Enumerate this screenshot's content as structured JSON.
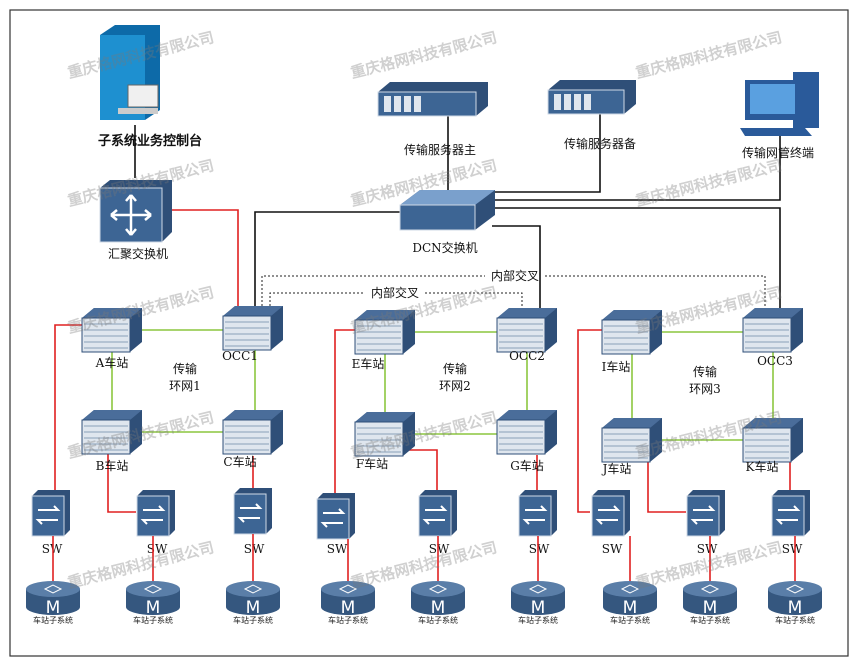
{
  "colors": {
    "access_link": "#e02020",
    "dcn_link": "#111111",
    "ring_link": "#8cc63f",
    "device": "#3a5a85",
    "frame": "#333333"
  },
  "watermark": "重庆格网科技有限公司",
  "nodes": {
    "console": "子系统业务控制台",
    "agg_switch": "汇聚交换机",
    "server_main": "传输服务器主",
    "server_backup": "传输服务器备",
    "nms_terminal": "传输网管终端",
    "dcn_switch": "DCN交换机",
    "A": "A车站",
    "OCC1": "OCC1",
    "B": "B车站",
    "C": "C车站",
    "E": "E车站",
    "OCC2": "OCC2",
    "F": "F车站",
    "G": "G车站",
    "I": "I车站",
    "OCC3": "OCC3",
    "J": "J车站",
    "K": "K车站"
  },
  "rings": [
    {
      "line1": "传输",
      "line2": "环网1"
    },
    {
      "line1": "传输",
      "line2": "环网2"
    },
    {
      "line1": "传输",
      "line2": "环网3"
    }
  ],
  "cross_links": [
    "内部交叉",
    "内部交叉"
  ],
  "sw_label": "SW",
  "subsystem_label": "车站子系统",
  "subsystem_icon_letter": "M"
}
